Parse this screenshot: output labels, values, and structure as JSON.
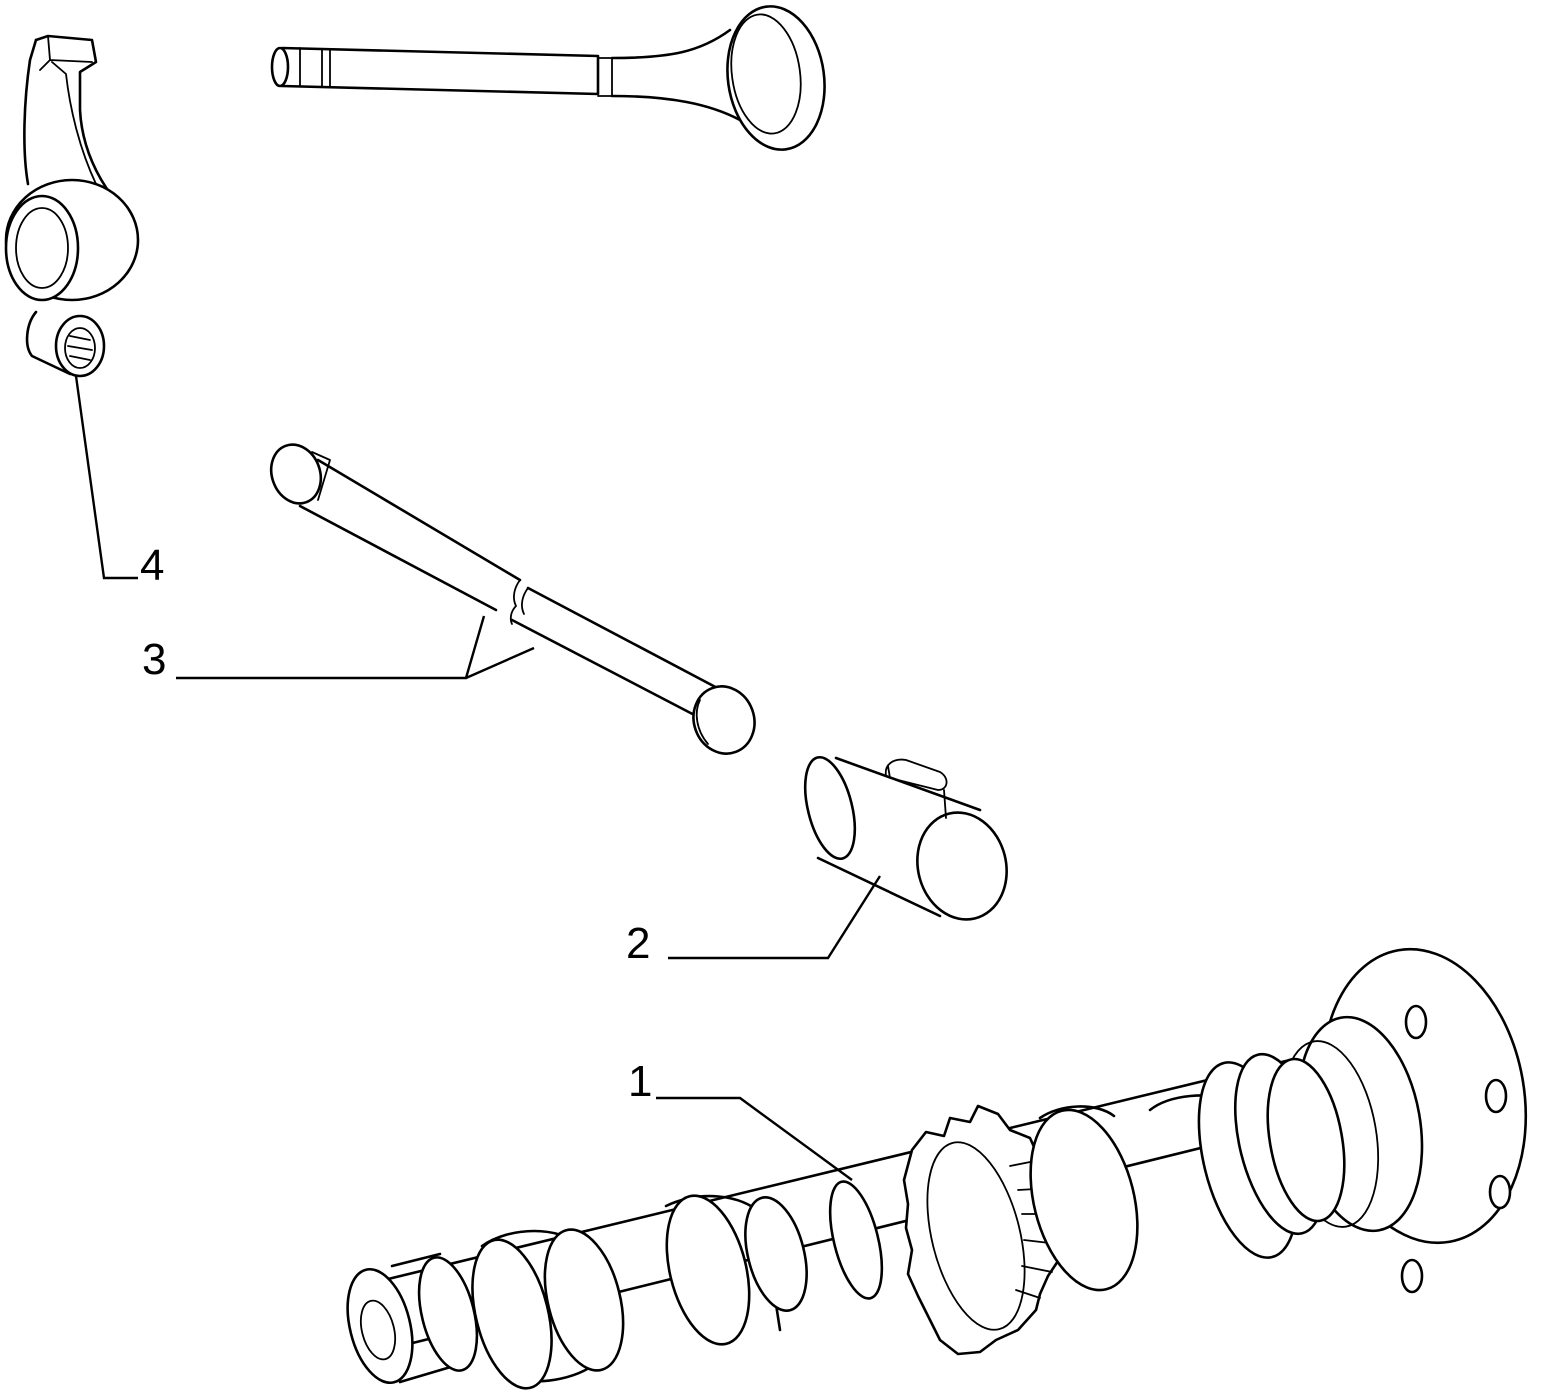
{
  "diagram": {
    "parts": [
      {
        "id": "camshaft",
        "callout": "1"
      },
      {
        "id": "tappet",
        "callout": "2"
      },
      {
        "id": "pushrod",
        "callout": "3"
      },
      {
        "id": "rocker-arm",
        "callout": "4"
      },
      {
        "id": "valve",
        "callout": ""
      }
    ]
  }
}
